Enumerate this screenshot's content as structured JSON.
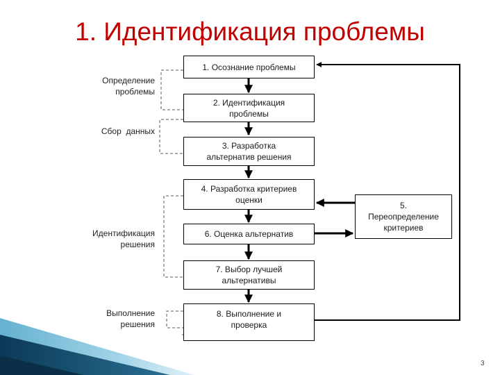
{
  "title": "1. Идентификация проблемы",
  "steps": [
    {
      "id": "s1",
      "lines": [
        "1. Осознание проблемы"
      ]
    },
    {
      "id": "s2",
      "lines": [
        "2. Идентификация",
        "проблемы"
      ]
    },
    {
      "id": "s3",
      "lines": [
        "3. Разработка",
        "альтернатив решения"
      ]
    },
    {
      "id": "s4",
      "lines": [
        "4. Разработка критериев",
        "оценки"
      ]
    },
    {
      "id": "s6",
      "lines": [
        "6. Оценка альтернатив"
      ]
    },
    {
      "id": "s7",
      "lines": [
        "7. Выбор лучшей",
        "альтернативы"
      ]
    },
    {
      "id": "s8",
      "lines": [
        "8. Выполнение и",
        "проверка"
      ]
    }
  ],
  "side_step": {
    "id": "s5",
    "lines": [
      "5.",
      "Переопределение",
      "критериев"
    ]
  },
  "stages": [
    {
      "lines": [
        "Определение",
        "проблемы"
      ]
    },
    {
      "lines": [
        "Сбор  данных"
      ]
    },
    {
      "lines": [
        "Идентификация",
        "решения"
      ]
    },
    {
      "lines": [
        "Выполнение",
        "решения"
      ]
    }
  ],
  "page_number": "3",
  "colors": {
    "title": "#c00000",
    "stroke": "#000000",
    "decor_dark": "#0d3f5e",
    "decor_light": "#6fb8d6"
  }
}
